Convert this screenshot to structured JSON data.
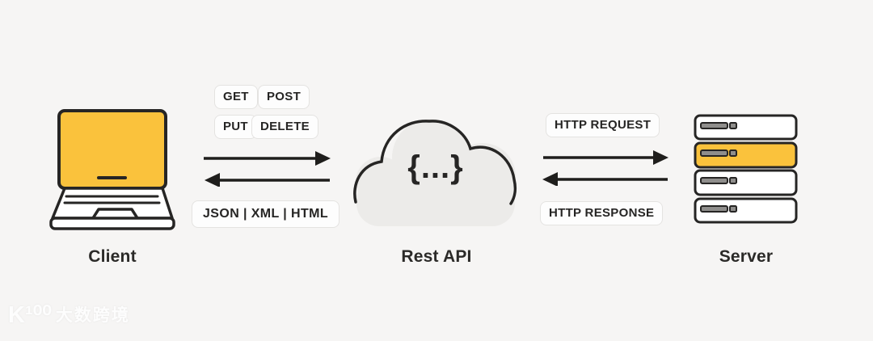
{
  "page": {
    "background": "#f6f5f4"
  },
  "colors": {
    "ink": "#262524",
    "accent_yellow": "#fac23c",
    "cloud_fill": "#ecebe9",
    "badge_bg": "#fdfdfd",
    "badge_border": "#e4e3e1",
    "server_bar_gray": "#8f8e8c"
  },
  "nodes": {
    "client": {
      "label": "Client",
      "icon": "laptop-icon"
    },
    "rest_api": {
      "label": "Rest API",
      "icon": "cloud-icon",
      "code_glyph": "{...}"
    },
    "server": {
      "label": "Server",
      "icon": "server-rack-icon",
      "highlighted_unit_index": 1,
      "unit_count": 4
    }
  },
  "client_cloud": {
    "methods": [
      "GET",
      "POST",
      "PUT",
      "DELETE"
    ],
    "formats_label": "JSON | XML | HTML"
  },
  "cloud_server": {
    "request_label": "HTTP REQUEST",
    "response_label": "HTTP RESPONSE"
  },
  "watermark": {
    "logo": "K¹⁰⁰",
    "text": "大数跨境"
  }
}
